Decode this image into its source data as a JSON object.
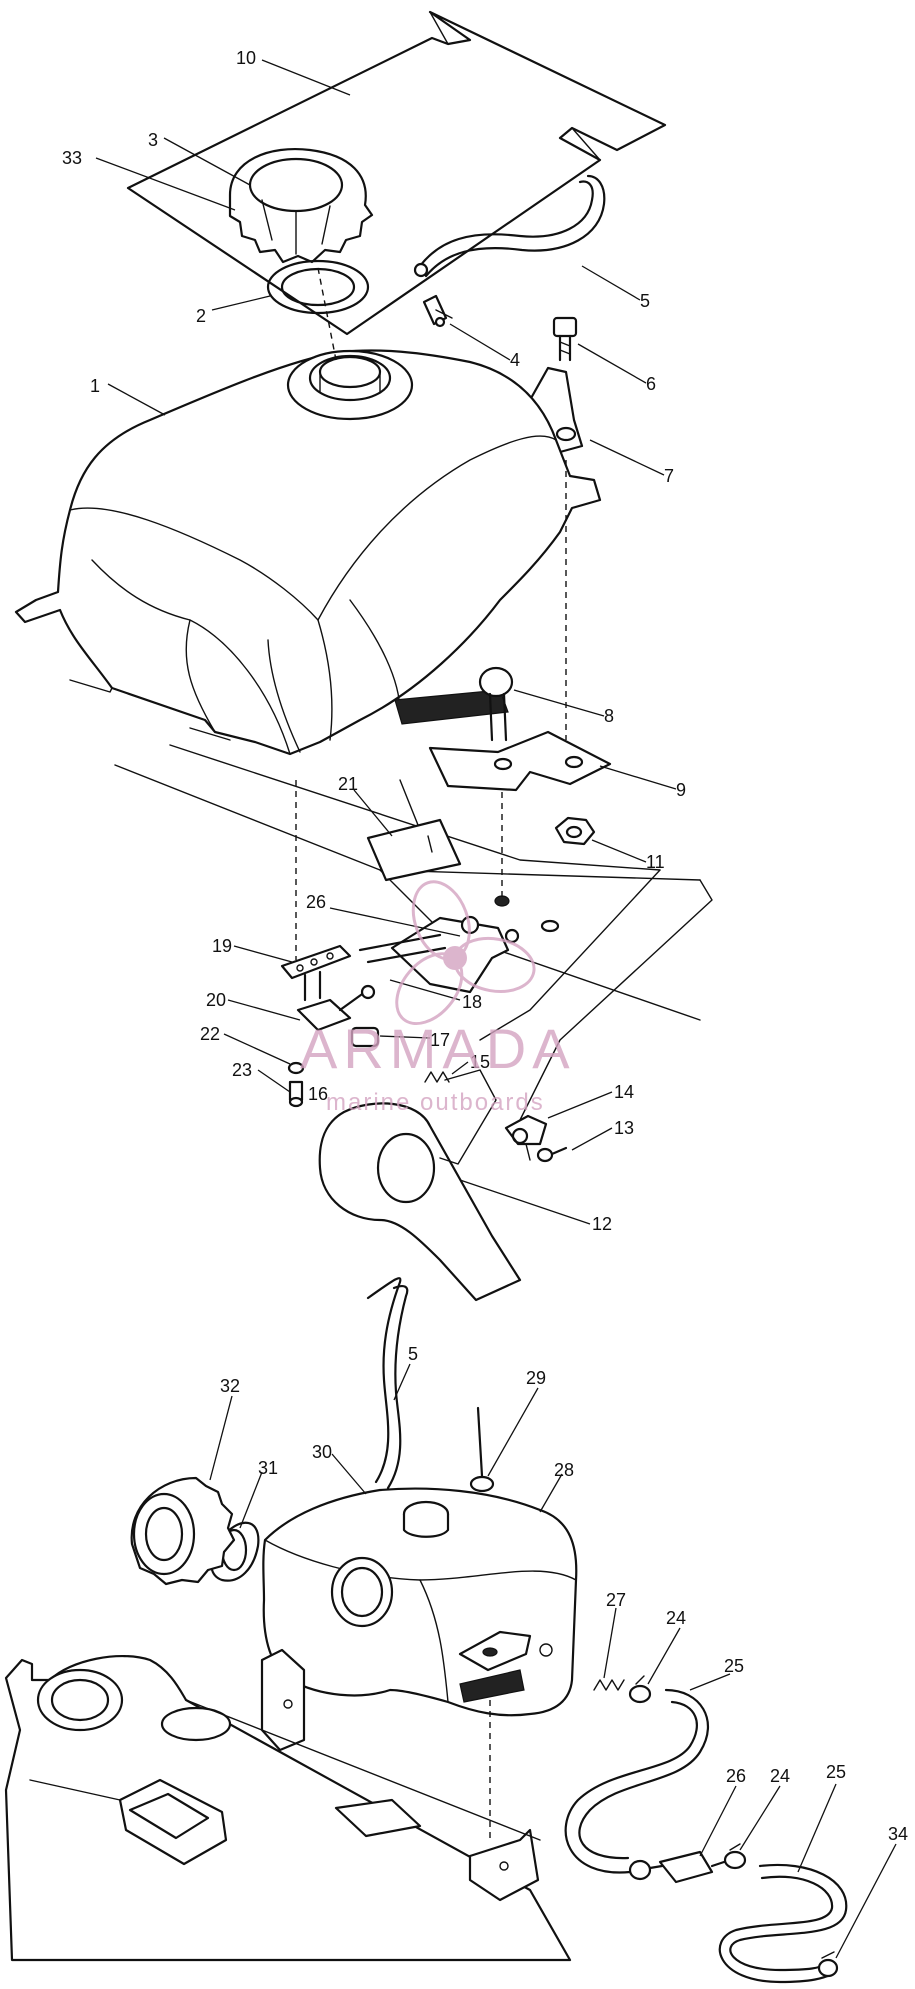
{
  "watermark": {
    "title": "ARMADA",
    "subtitle": "marine outboards",
    "color": "#d4a3c1"
  },
  "callouts": [
    "10",
    "33",
    "3",
    "2",
    "5",
    "4",
    "6",
    "1",
    "7",
    "8",
    "9",
    "21",
    "11",
    "26",
    "19",
    "18",
    "20",
    "17",
    "22",
    "15",
    "23",
    "16",
    "14",
    "13",
    "12",
    "32",
    "5",
    "29",
    "30",
    "31",
    "28",
    "27",
    "24",
    "25",
    "26",
    "24",
    "25",
    "34"
  ]
}
